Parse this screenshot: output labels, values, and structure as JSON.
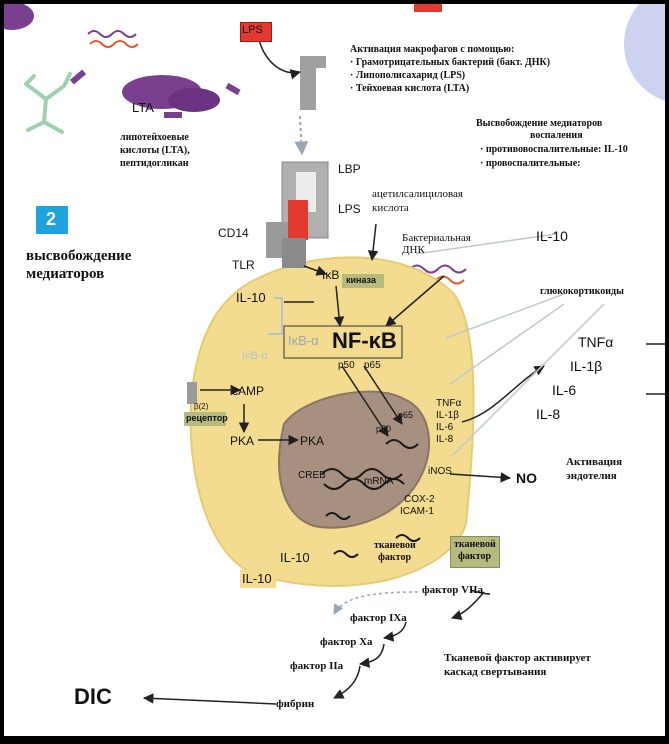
{
  "colors": {
    "cell_fill": "#f3dc8f",
    "nucleus_fill": "#a89080",
    "lps_red": "#e23a2e",
    "tag_green": "#b7ba7e",
    "badge_blue": "#1fa3df",
    "lta_purple": "#7a3f8f",
    "arrow": "#222222"
  },
  "header": {
    "lps_tag": "LPS",
    "activation_title": "Активация макрофагов с помощью:",
    "activation_items": [
      "Грамотрицательных бактерий (бакт. ДНК)",
      "Липополисахарид (LPS)",
      "Тейхоевая кислота (LTA)"
    ],
    "release_title_1": "Высвобождение медиаторов",
    "release_title_2": "воспаления",
    "release_items": [
      "противовоспалительные: IL-10",
      "провоспалительные:"
    ]
  },
  "left": {
    "lta": "LTA",
    "lta_desc_1": "липотейхоевые",
    "lta_desc_2": "кислоты (LTA),",
    "lta_desc_3": "пептидогликан",
    "badge_number": "2",
    "section_title_1": "высвобождение",
    "section_title_2": "медиаторов"
  },
  "receptors": {
    "lbp": "LBP",
    "lps": "LPS",
    "cd14": "CD14",
    "tlr": "TLR"
  },
  "cell": {
    "aspirin_1": "ацетилсалициловая",
    "aspirin_2": "кислота",
    "bact_dna_1": "Бактериальная",
    "bact_dna_2": "ДНК",
    "ikb": "IκB",
    "kinase": "киназа",
    "il10_inside": "IL-10",
    "ikb_alpha": "IκB-α",
    "nfkb": "NF-κB",
    "ikb_alpha_faded": "IκB-α",
    "p50_top": "p50",
    "p65_top": "p65",
    "receptor_label": "β(2)",
    "receptor_tag": "рецептор",
    "camp": "cAMP",
    "pka": "PKA",
    "pka_nucleus": "PKA",
    "creb": "CREB",
    "mrna": "mRNA",
    "p50_nuc": "p50",
    "p65_nuc": "p65",
    "tnfa_small": "TNFα",
    "il1b_small": "IL-1β",
    "il6_small": "IL-6",
    "il8_small": "IL-8",
    "inos": "iNOS",
    "cox2": "COX-2",
    "icam": "ICAM-1",
    "tissue_factor_1": "тканевой",
    "tissue_factor_2": "фактор",
    "il10_bottom": "IL-10"
  },
  "right": {
    "il10": "IL-10",
    "glucocorticoids": "глюкокортикоиды",
    "tnfa": "TNFα",
    "il1b": "IL-1β",
    "il6": "IL-6",
    "il8": "IL-8",
    "no": "NO",
    "endo_1": "Активация",
    "endo_2": "эндотелия"
  },
  "cascade": {
    "il10_out": "IL-10",
    "tf_tag_1": "тканевой",
    "tf_tag_2": "фактор",
    "f7": "фактор VIIa",
    "f9": "фактор IXa",
    "f10": "фактор Xa",
    "f2": "фактор IIa",
    "fibrin": "фибрин",
    "dic": "DIC",
    "note_1": "Тканевой фактор активирует",
    "note_2": "каскад свертывания"
  }
}
